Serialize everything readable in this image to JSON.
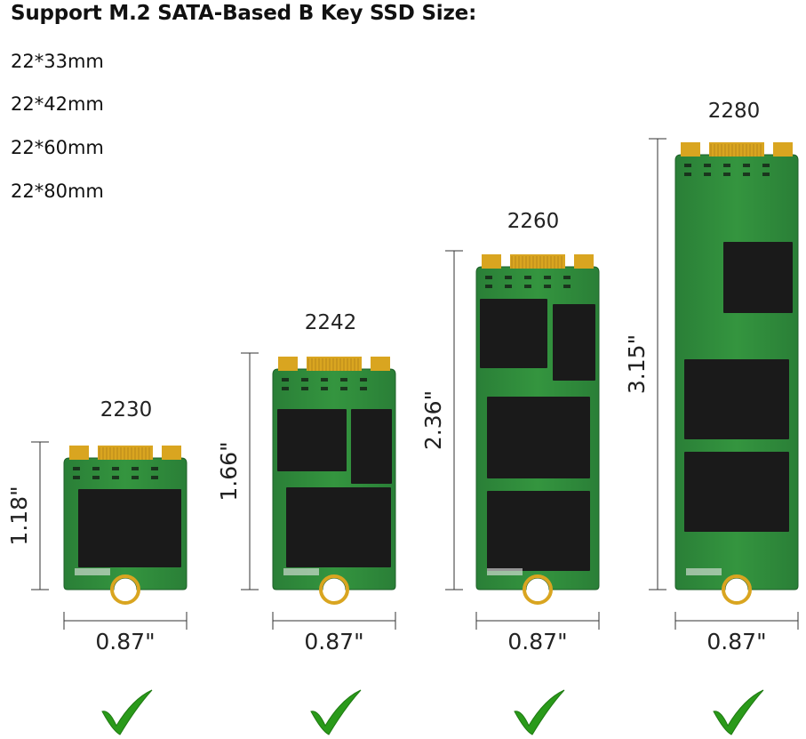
{
  "title": "Support M.2 SATA-Based B Key SSD Size:",
  "sizes": [
    "22*33mm",
    "22*42mm",
    "22*60mm",
    "22*80mm"
  ],
  "ssds": [
    {
      "model": "2230",
      "length": "1.18\"",
      "width": "0.87\""
    },
    {
      "model": "2242",
      "length": "1.66\"",
      "width": "0.87\""
    },
    {
      "model": "2260",
      "length": "2.36\"",
      "width": "0.87\""
    },
    {
      "model": "2280",
      "length": "3.15\"",
      "width": "0.87\""
    }
  ],
  "colors": {
    "pcb": "#2f8a3e",
    "pcb_dark": "#1f6a2c",
    "chip": "#1a1a1a",
    "gold": "#d9a520",
    "check": "#2a9a1a"
  },
  "icons": {
    "supported": "check-icon"
  }
}
